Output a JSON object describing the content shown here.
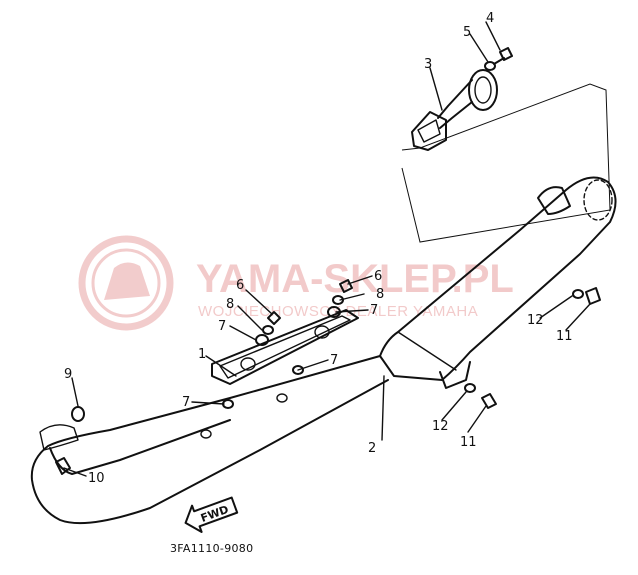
{
  "diagram": {
    "part_code": "3FA1110-9080",
    "direction_label": "FWD",
    "callouts": [
      "1",
      "2",
      "3",
      "4",
      "5",
      "6",
      "7",
      "8",
      "9",
      "10",
      "11",
      "12"
    ]
  },
  "watermark": {
    "title": "YAMA-SKLEP.PL",
    "subtitle": "WOJCIECHOWSCY DEALER YAMAHA",
    "color": "#e8a0a0"
  }
}
